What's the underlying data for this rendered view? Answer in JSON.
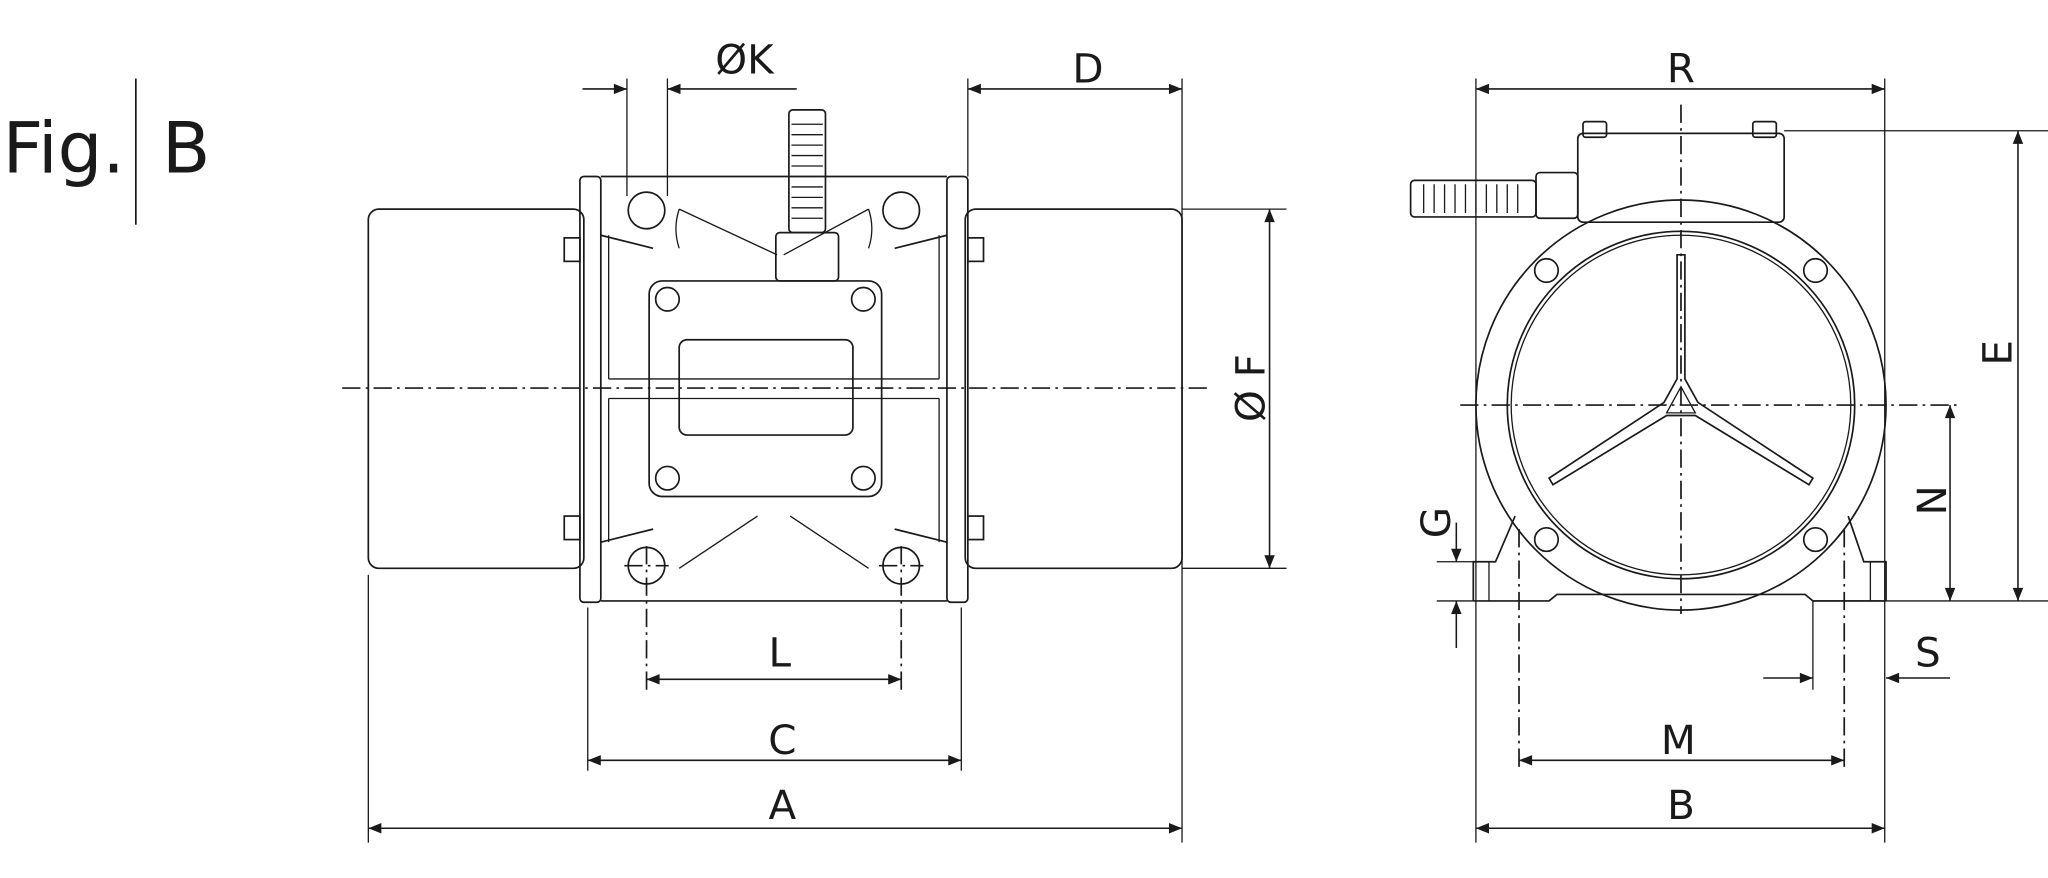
{
  "figure": {
    "prefix": "Fig.",
    "letter": "B"
  },
  "dimensions": {
    "A": "A",
    "C": "C",
    "L": "L",
    "D": "D",
    "K": "ØK",
    "F": "Ø F",
    "R": "R",
    "B": "B",
    "M": "M",
    "E": "E",
    "N": "N",
    "G": "G",
    "S": "S"
  }
}
